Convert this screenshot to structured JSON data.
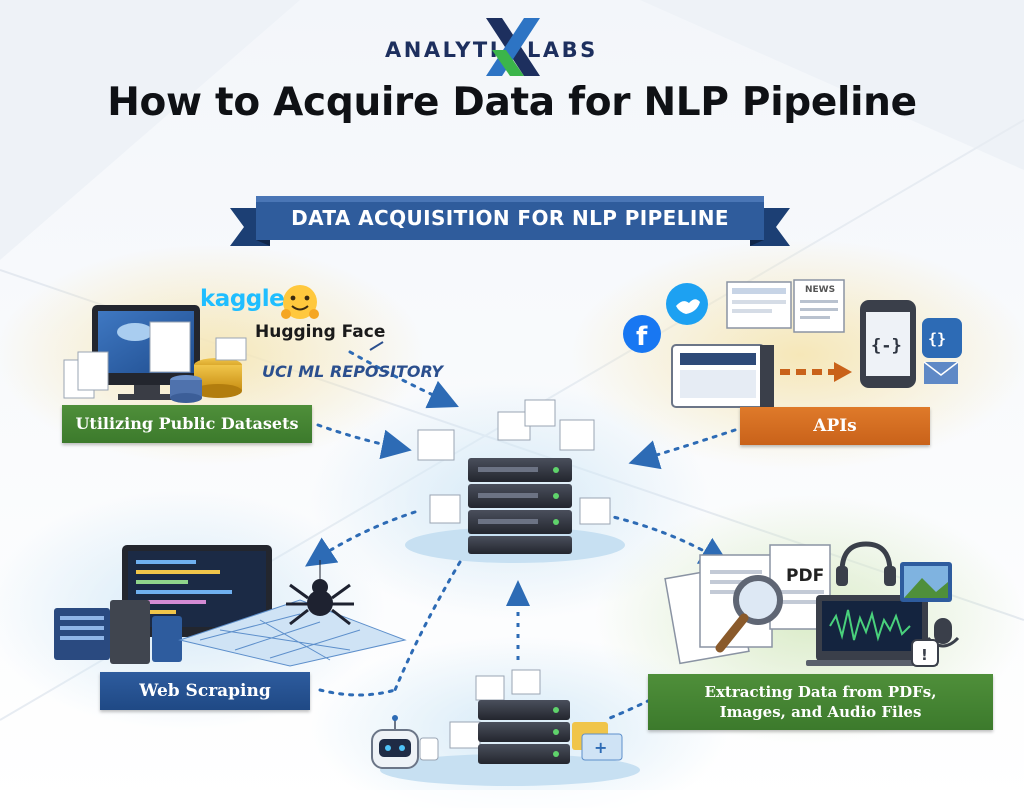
{
  "brand": {
    "left": "ANALYTI",
    "mark": "X",
    "right": "LABS",
    "colors": {
      "navy": "#1d2f5e",
      "green": "#3bb54a",
      "blue": "#2d74c4"
    }
  },
  "title": "How to Acquire Data for NLP Pipeline",
  "diagram": {
    "ribbon": "DATA ACQUISITION FOR NLP PIPELINE",
    "hub": "central-data-server",
    "sources": [
      {
        "id": "public-datasets",
        "label": "Utilizing Public Datasets",
        "logos": {
          "kaggle": "kaggle",
          "hugging_face": "Hugging Face",
          "uci": "UCI ML REPOSITORY"
        },
        "color": "#4f8f3a"
      },
      {
        "id": "apis",
        "label": "APIs",
        "news_tag": "NEWS",
        "color": "#df7a2a"
      },
      {
        "id": "web-scraping",
        "label": "Web Scraping",
        "color": "#2e5c9e"
      },
      {
        "id": "extracting",
        "label_lines": [
          "Extracting Data from PDFs,",
          "Images, and Audio Files"
        ],
        "pdf_tag": "PDF",
        "color": "#4f8f3a"
      }
    ],
    "icons": [
      "facebook-icon",
      "twitter-icon",
      "hugging-face-icon",
      "spider-icon",
      "robot-icon",
      "magnifier-icon",
      "headphones-icon",
      "microphone-icon",
      "code-braces-icon"
    ]
  }
}
